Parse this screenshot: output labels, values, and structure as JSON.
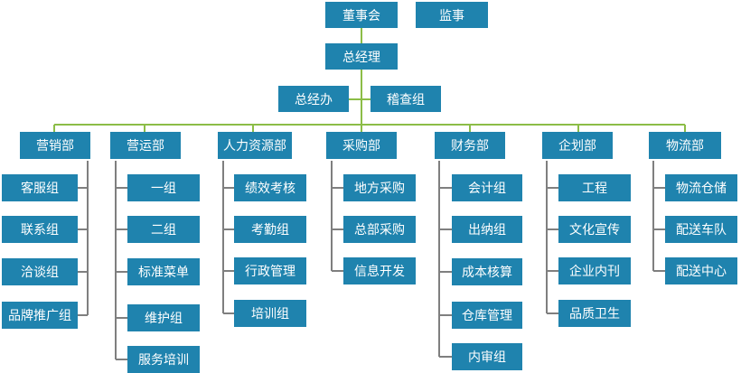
{
  "top": {
    "board": "董事会",
    "supervisor": "监事",
    "general_manager": "总经理",
    "gm_office": "总经办",
    "audit_group": "稽查组"
  },
  "departments": [
    {
      "name": "营销部",
      "children": [
        "客服组",
        "联系组",
        "洽谈组",
        "品牌推广组"
      ]
    },
    {
      "name": "营运部",
      "children": [
        "一组",
        "二组",
        "标准菜单",
        "维护组",
        "服务培训"
      ]
    },
    {
      "name": "人力资源部",
      "children": [
        "绩效考核",
        "考勤组",
        "行政管理",
        "培训组"
      ]
    },
    {
      "name": "采购部",
      "children": [
        "地方采购",
        "总部采购",
        "信息开发"
      ]
    },
    {
      "name": "财务部",
      "children": [
        "会计组",
        "出纳组",
        "成本核算",
        "仓库管理",
        "内审组"
      ]
    },
    {
      "name": "企划部",
      "children": [
        "工程",
        "文化宣传",
        "企业内刊",
        "品质卫生"
      ]
    },
    {
      "name": "物流部",
      "children": [
        "物流仓储",
        "配送车队",
        "配送中心"
      ]
    }
  ],
  "colors": {
    "box": "#1f83ae",
    "main_line": "#8cbd47",
    "sub_line": "#7f7f7f"
  }
}
